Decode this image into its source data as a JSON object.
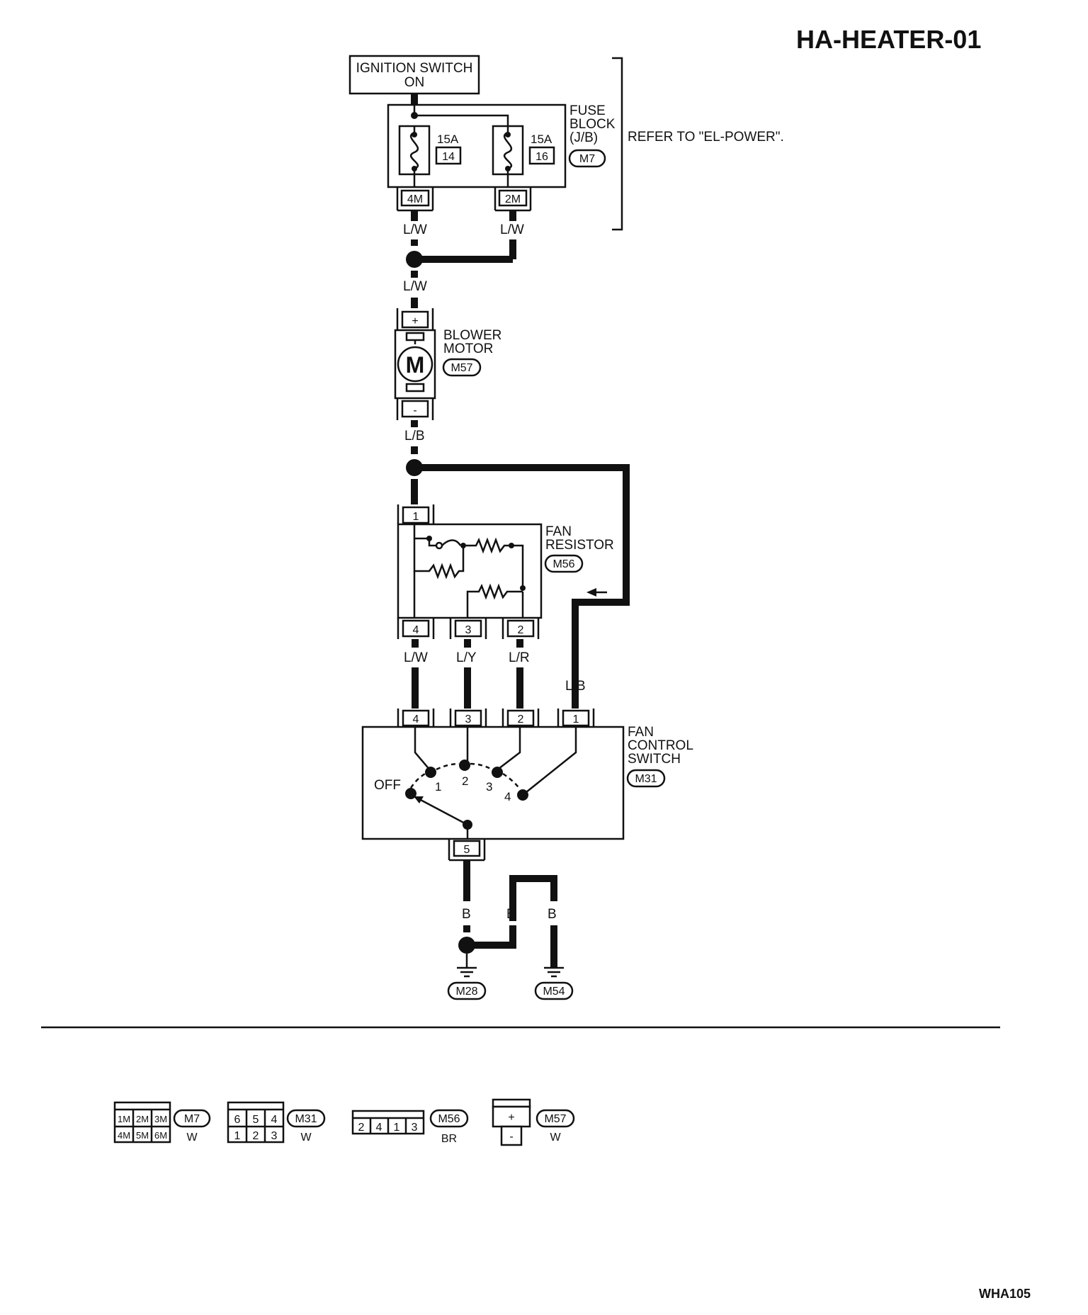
{
  "title": "HA-HEATER-01",
  "footer_code": "WHA105",
  "ignition": {
    "line1": "IGNITION SWITCH",
    "line2": "ON"
  },
  "fuse_block": {
    "line1": "FUSE",
    "line2": "BLOCK",
    "line3": "(J/B)",
    "connector": "M7",
    "refer": "REFER TO \"EL-POWER\".",
    "fuses": [
      {
        "amp": "15A",
        "number": "14",
        "terminal": "4M"
      },
      {
        "amp": "15A",
        "number": "16",
        "terminal": "2M"
      }
    ]
  },
  "wires": {
    "lw": "L/W",
    "lb": "L/B",
    "ly": "L/Y",
    "lr": "L/R",
    "b": "B"
  },
  "blower_motor": {
    "line1": "BLOWER",
    "line2": "MOTOR",
    "connector": "M57",
    "symbol": "M",
    "plus": "+",
    "minus": "-"
  },
  "fan_resistor": {
    "line1": "FAN",
    "line2": "RESISTOR",
    "connector": "M56",
    "pins": [
      "1",
      "4",
      "3",
      "2"
    ]
  },
  "fan_switch": {
    "line1": "FAN",
    "line2": "CONTROL",
    "line3": "SWITCH",
    "connector": "M31",
    "pins": [
      "4",
      "3",
      "2",
      "1",
      "5"
    ],
    "positions": [
      "OFF",
      "1",
      "2",
      "3",
      "4"
    ]
  },
  "grounds": [
    "M28",
    "M54"
  ],
  "connector_views": [
    {
      "connector": "M7",
      "color": "W",
      "pins_top": [
        "1M",
        "2M",
        "3M"
      ],
      "pins_bottom": [
        "4M",
        "5M",
        "6M"
      ]
    },
    {
      "connector": "M31",
      "color": "W",
      "pins_top": [
        "6",
        "5",
        "4"
      ],
      "pins_bottom": [
        "1",
        "2",
        "3"
      ]
    },
    {
      "connector": "M56",
      "color": "BR",
      "pins": [
        "2",
        "4",
        "1",
        "3"
      ]
    },
    {
      "connector": "M57",
      "color": "W",
      "plus": "+",
      "minus": "-"
    }
  ]
}
